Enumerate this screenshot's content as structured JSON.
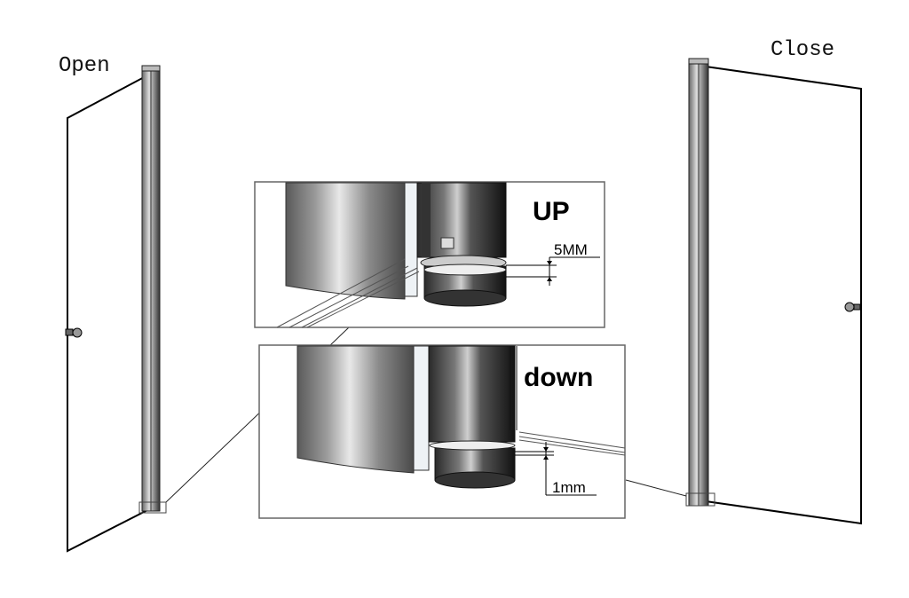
{
  "labels": {
    "open": "Open",
    "close": "Close"
  },
  "insets": {
    "up": {
      "title": "UP",
      "dimension": "5MM"
    },
    "down": {
      "title": "down",
      "dimension": "1mm"
    }
  }
}
